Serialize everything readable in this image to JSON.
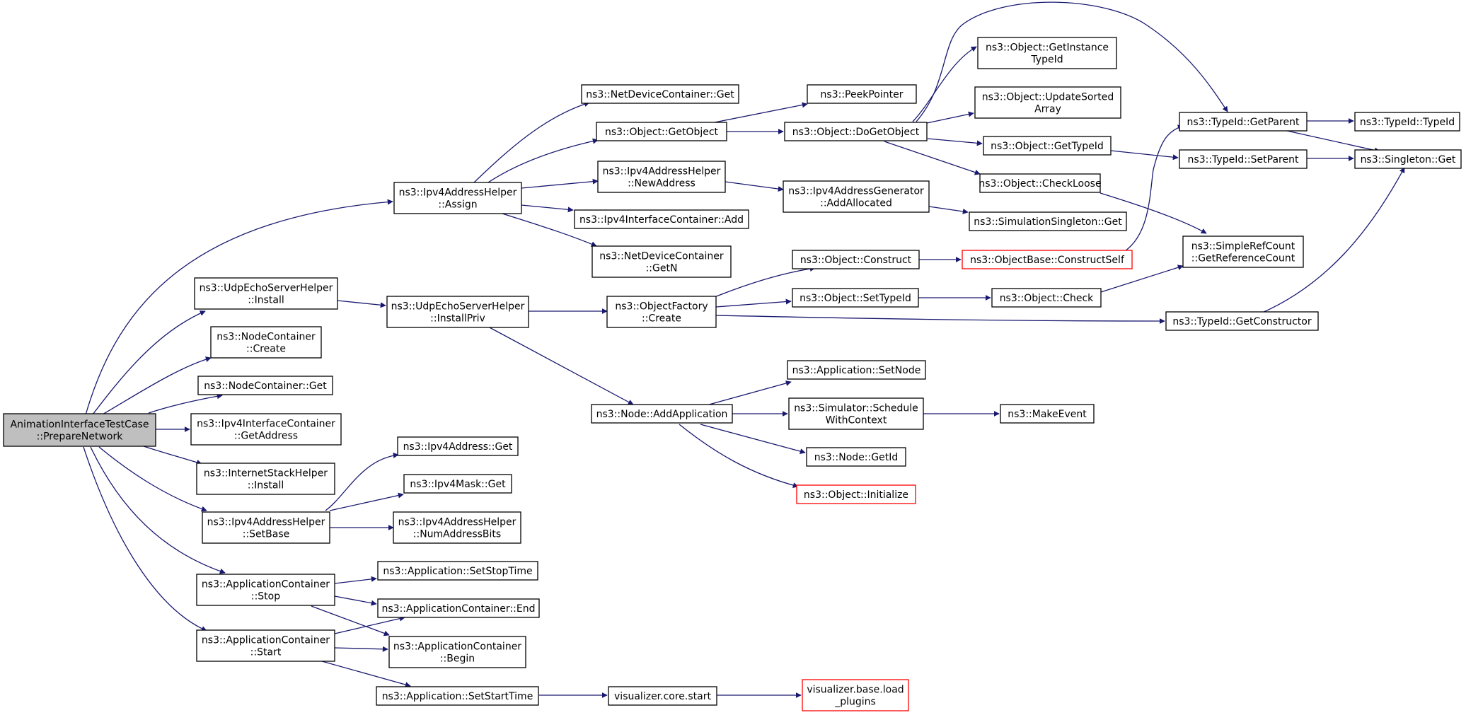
{
  "colors": {
    "edge": "#191970",
    "node_border": "#000000",
    "truncated_border": "#ff0000",
    "root_fill": "#bfbfbf",
    "node_fill": "#ffffff"
  },
  "nodes": [
    {
      "id": "root",
      "lines": [
        "AnimationInterfaceTestCase",
        "::PrepareNetwork"
      ],
      "style": "root"
    },
    {
      "id": "ipv4ah_assign",
      "lines": [
        "ns3::Ipv4AddressHelper",
        "::Assign"
      ]
    },
    {
      "id": "udpesh_install",
      "lines": [
        "ns3::UdpEchoServerHelper",
        "::Install"
      ]
    },
    {
      "id": "nc_create",
      "lines": [
        "ns3::NodeContainer",
        "::Create"
      ]
    },
    {
      "id": "nc_get",
      "lines": [
        "ns3::NodeContainer::Get"
      ]
    },
    {
      "id": "ipv4ic_getaddress",
      "lines": [
        "ns3::Ipv4InterfaceContainer",
        "::GetAddress"
      ]
    },
    {
      "id": "ish_install",
      "lines": [
        "ns3::InternetStackHelper",
        "::Install"
      ]
    },
    {
      "id": "ipv4ah_setbase",
      "lines": [
        "ns3::Ipv4AddressHelper",
        "::SetBase"
      ]
    },
    {
      "id": "ac_stop",
      "lines": [
        "ns3::ApplicationContainer",
        "::Stop"
      ]
    },
    {
      "id": "ac_start",
      "lines": [
        "ns3::ApplicationContainer",
        "::Start"
      ]
    },
    {
      "id": "ndc_get",
      "lines": [
        "ns3::NetDeviceContainer::Get"
      ]
    },
    {
      "id": "obj_getobject",
      "lines": [
        "ns3::Object::GetObject"
      ]
    },
    {
      "id": "ipv4ah_newaddress",
      "lines": [
        "ns3::Ipv4AddressHelper",
        "::NewAddress"
      ]
    },
    {
      "id": "ipv4ic_add",
      "lines": [
        "ns3::Ipv4InterfaceContainer::Add"
      ]
    },
    {
      "id": "ndc_getn",
      "lines": [
        "ns3::NetDeviceContainer",
        "::GetN"
      ]
    },
    {
      "id": "udpesh_installpriv",
      "lines": [
        "ns3::UdpEchoServerHelper",
        "::InstallPriv"
      ]
    },
    {
      "id": "ipv4addr_get",
      "lines": [
        "ns3::Ipv4Address::Get"
      ]
    },
    {
      "id": "ipv4mask_get",
      "lines": [
        "ns3::Ipv4Mask::Get"
      ]
    },
    {
      "id": "ipv4ah_numaddressbits",
      "lines": [
        "ns3::Ipv4AddressHelper",
        "::NumAddressBits"
      ]
    },
    {
      "id": "app_setstoptime",
      "lines": [
        "ns3::Application::SetStopTime"
      ]
    },
    {
      "id": "ac_end",
      "lines": [
        "ns3::ApplicationContainer::End"
      ]
    },
    {
      "id": "ac_begin",
      "lines": [
        "ns3::ApplicationContainer",
        "::Begin"
      ]
    },
    {
      "id": "app_setstarttime",
      "lines": [
        "ns3::Application::SetStartTime"
      ]
    },
    {
      "id": "peekpointer",
      "lines": [
        "ns3::PeekPointer"
      ]
    },
    {
      "id": "obj_dogetobject",
      "lines": [
        "ns3::Object::DoGetObject"
      ]
    },
    {
      "id": "ipv4ag_addallocated",
      "lines": [
        "ns3::Ipv4AddressGenerator",
        "::AddAllocated"
      ]
    },
    {
      "id": "objfactory_create",
      "lines": [
        "ns3::ObjectFactory",
        "::Create"
      ]
    },
    {
      "id": "node_addapplication",
      "lines": [
        "ns3::Node::AddApplication"
      ]
    },
    {
      "id": "viz_core_start",
      "lines": [
        "visualizer.core.start"
      ]
    },
    {
      "id": "obj_getinstancetypeid",
      "lines": [
        "ns3::Object::GetInstance",
        "TypeId"
      ]
    },
    {
      "id": "obj_updatesortedarray",
      "lines": [
        "ns3::Object::UpdateSorted",
        "Array"
      ]
    },
    {
      "id": "obj_gettypeid",
      "lines": [
        "ns3::Object::GetTypeId"
      ]
    },
    {
      "id": "obj_checkloose",
      "lines": [
        "ns3::Object::CheckLoose"
      ]
    },
    {
      "id": "simsingleton_get",
      "lines": [
        "ns3::SimulationSingleton::Get"
      ]
    },
    {
      "id": "obj_construct",
      "lines": [
        "ns3::Object::Construct"
      ]
    },
    {
      "id": "obj_settypeid",
      "lines": [
        "ns3::Object::SetTypeId"
      ]
    },
    {
      "id": "app_setnode",
      "lines": [
        "ns3::Application::SetNode"
      ]
    },
    {
      "id": "sim_schedulewithcontext",
      "lines": [
        "ns3::Simulator::Schedule",
        "WithContext"
      ]
    },
    {
      "id": "node_getid",
      "lines": [
        "ns3::Node::GetId"
      ]
    },
    {
      "id": "obj_initialize",
      "lines": [
        "ns3::Object::Initialize"
      ],
      "style": "truncated"
    },
    {
      "id": "viz_base_loadplugins",
      "lines": [
        "visualizer.base.load",
        "_plugins"
      ],
      "style": "truncated"
    },
    {
      "id": "objbase_constructself",
      "lines": [
        "ns3::ObjectBase::ConstructSelf"
      ],
      "style": "truncated"
    },
    {
      "id": "obj_check",
      "lines": [
        "ns3::Object::Check"
      ]
    },
    {
      "id": "makeevent",
      "lines": [
        "ns3::MakeEvent"
      ]
    },
    {
      "id": "typeid_getparent",
      "lines": [
        "ns3::TypeId::GetParent"
      ]
    },
    {
      "id": "typeid_setparent",
      "lines": [
        "ns3::TypeId::SetParent"
      ]
    },
    {
      "id": "simplerefcount_getrefcount",
      "lines": [
        "ns3::SimpleRefCount",
        "::GetReferenceCount"
      ]
    },
    {
      "id": "typeid_getconstructor",
      "lines": [
        "ns3::TypeId::GetConstructor"
      ]
    },
    {
      "id": "typeid_typeid",
      "lines": [
        "ns3::TypeId::TypeId"
      ]
    },
    {
      "id": "singleton_get",
      "lines": [
        "ns3::Singleton::Get"
      ]
    }
  ]
}
